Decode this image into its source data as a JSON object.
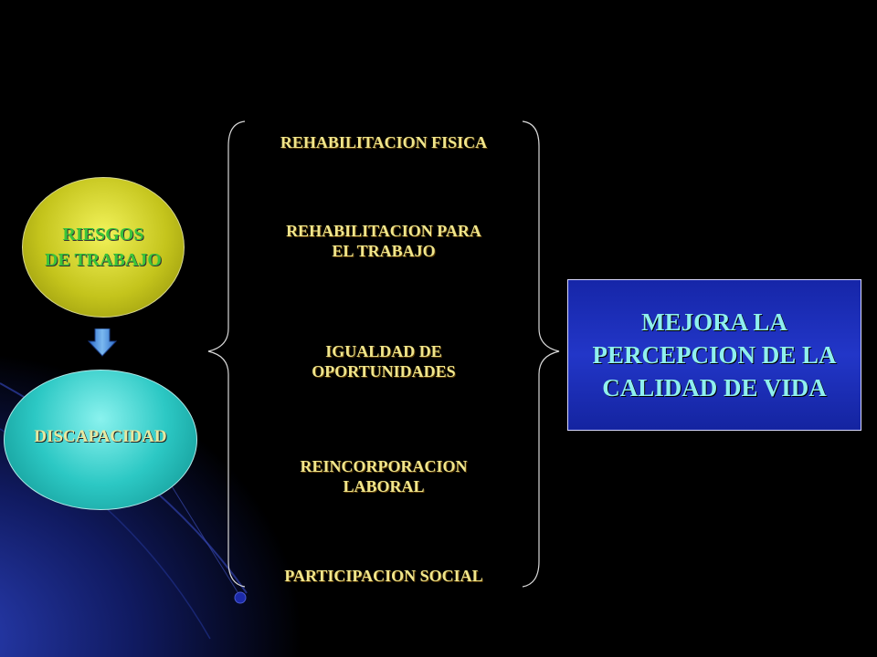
{
  "left_chain": {
    "top_oval": {
      "line1": "RIESGOS",
      "line2": "DE TRABAJO"
    },
    "bottom_oval": {
      "label": "DISCAPACIDAD"
    }
  },
  "interventions": [
    {
      "lines": [
        "REHABILITACION FISICA"
      ]
    },
    {
      "lines": [
        "REHABILITACION PARA",
        "EL TRABAJO"
      ]
    },
    {
      "lines": [
        "IGUALDAD DE",
        "OPORTUNIDADES"
      ]
    },
    {
      "lines": [
        "REINCORPORACION",
        "LABORAL"
      ]
    },
    {
      "lines": [
        "PARTICIPACION SOCIAL"
      ]
    }
  ],
  "result": {
    "text": "MEJORA LA PERCEPCION DE LA CALIDAD DE VIDA"
  },
  "colors": {
    "background": "#000000",
    "riesgos_fill": "#c4c41c",
    "discapacidad_fill": "#2cc8c4",
    "item_text": "#f0e68c",
    "result_fill": "#2236c8",
    "result_text": "#8ff0ee",
    "arrow_fill": "#4a90e0"
  }
}
